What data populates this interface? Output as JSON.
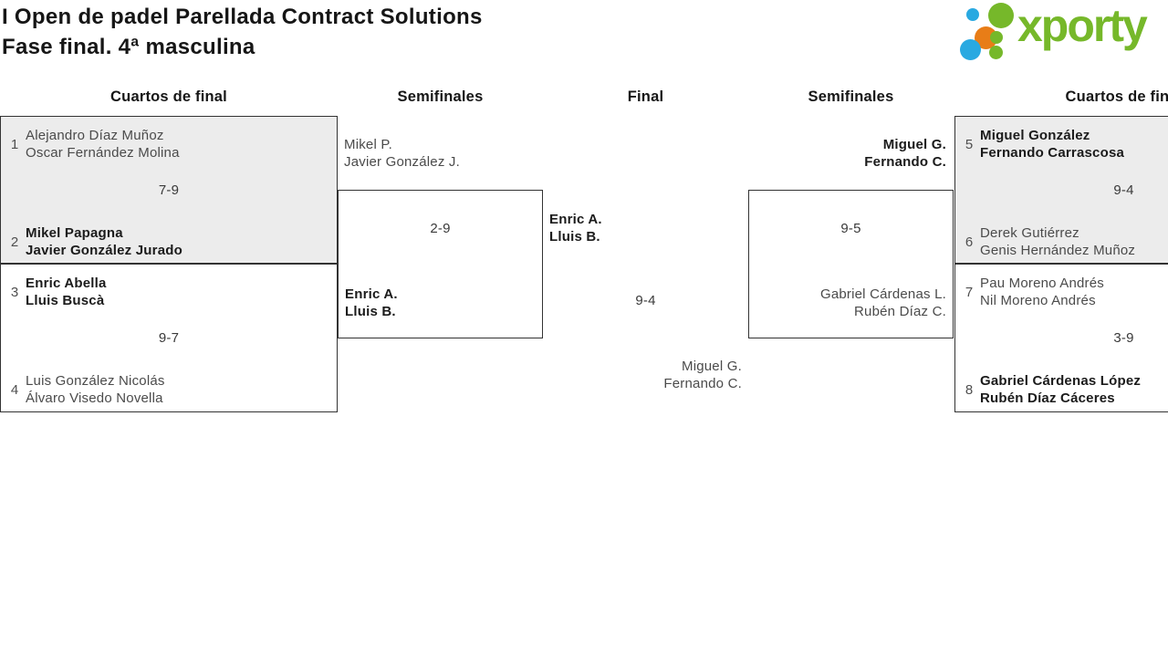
{
  "header": {
    "title_line1": "I Open de padel Parellada Contract Solutions",
    "title_line2": "Fase final. 4ª masculina"
  },
  "logo": {
    "text": "xporty",
    "green": "#76b82a",
    "blue": "#29a9e1",
    "orange": "#e87d17"
  },
  "round_headers": {
    "qf_left": "Cuartos de final",
    "sf_left": "Semifinales",
    "final": "Final",
    "sf_right": "Semifinales",
    "qf_right": "Cuartos de final"
  },
  "matches": {
    "qf_left_1": {
      "seed_top": "1",
      "top_1": "Alejandro Díaz Muñoz",
      "top_2": "Oscar Fernández Molina",
      "score": "7-9",
      "seed_bottom": "2",
      "bottom_1": "Mikel Papagna",
      "bottom_2": "Javier González Jurado"
    },
    "qf_left_2": {
      "seed_top": "3",
      "top_1": "Enric Abella",
      "top_2": "Lluis Buscà",
      "score": "9-7",
      "seed_bottom": "4",
      "bottom_1": "Luis González Nicolás",
      "bottom_2": "Álvaro Visedo Novella"
    },
    "sf_left": {
      "top_1": "Mikel P.",
      "top_2": "Javier González J.",
      "score": "2-9",
      "bottom_1": "Enric A.",
      "bottom_2": "Lluis B."
    },
    "final": {
      "top_1": "Enric A.",
      "top_2": "Lluis B.",
      "score": "9-4",
      "bottom_1": "Miguel G.",
      "bottom_2": "Fernando C."
    },
    "sf_right": {
      "top_1": "Miguel G.",
      "top_2": "Fernando C.",
      "score": "9-5",
      "bottom_1": "Gabriel Cárdenas L.",
      "bottom_2": "Rubén Díaz C."
    },
    "qf_right_1": {
      "seed_top": "5",
      "top_1": "Miguel González",
      "top_2": "Fernando Carrascosa",
      "score": "9-4",
      "seed_bottom": "6",
      "bottom_1": "Derek Gutiérrez",
      "bottom_2": "Genis Hernández Muñoz"
    },
    "qf_right_2": {
      "seed_top": "7",
      "top_1": "Pau Moreno Andrés",
      "top_2": "Nil Moreno Andrés",
      "score": "3-9",
      "seed_bottom": "8",
      "bottom_1": "Gabriel Cárdenas López",
      "bottom_2": "Rubén Díaz Cáceres"
    }
  },
  "colors": {
    "box_grey": "#ececec",
    "border": "#333333",
    "winner_text": "#1b1b1b",
    "loser_text": "#4b4b4b"
  }
}
